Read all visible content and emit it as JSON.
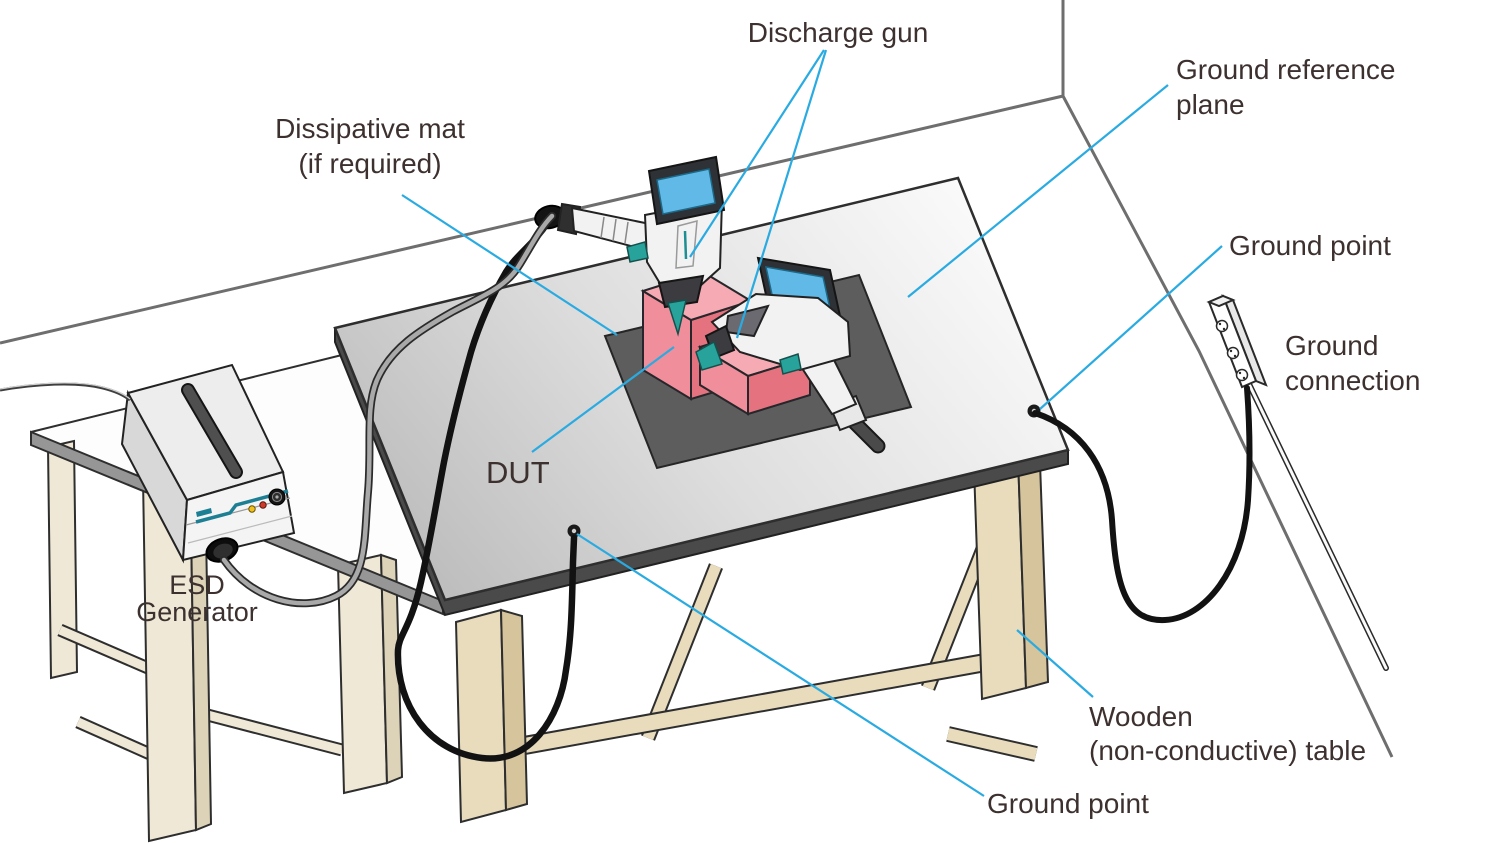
{
  "labels": {
    "discharge_gun": "Discharge gun",
    "ground_reference_plane": [
      "Ground reference",
      "plane"
    ],
    "ground_point_top": "Ground point",
    "ground_connection": [
      "Ground",
      "connection"
    ],
    "dissipative_mat": [
      "Dissipative mat",
      "(if required)"
    ],
    "dut": "DUT",
    "esd_generator": [
      "ESD",
      "Generator"
    ],
    "wooden_table": [
      "Wooden",
      "(non-conductive) table"
    ],
    "ground_point_bottom": "Ground point"
  },
  "colors": {
    "leader_line": "#29abe2",
    "label_text": "#3d3130",
    "wall_line": "#6e6e6e",
    "plane_light": "#fafafa",
    "plane_mid": "#dedede",
    "plane_dark": "#bdbdbd",
    "edge_band": "#4a4a4a",
    "mat": "#5d5d5d",
    "dut_front": "#f08f9b",
    "dut_side": "#e4737f",
    "dut_top": "#f6abb4",
    "wood_front": "#e8dcbd",
    "wood_side": "#d5c49c",
    "small_table_leg": "#efe8d6",
    "small_table_band": "#969696",
    "teal_accent": "#28a39b",
    "screen_blue": "#60b9e7",
    "cable_black": "#121212",
    "cable_gray": "#a9a9a9"
  }
}
